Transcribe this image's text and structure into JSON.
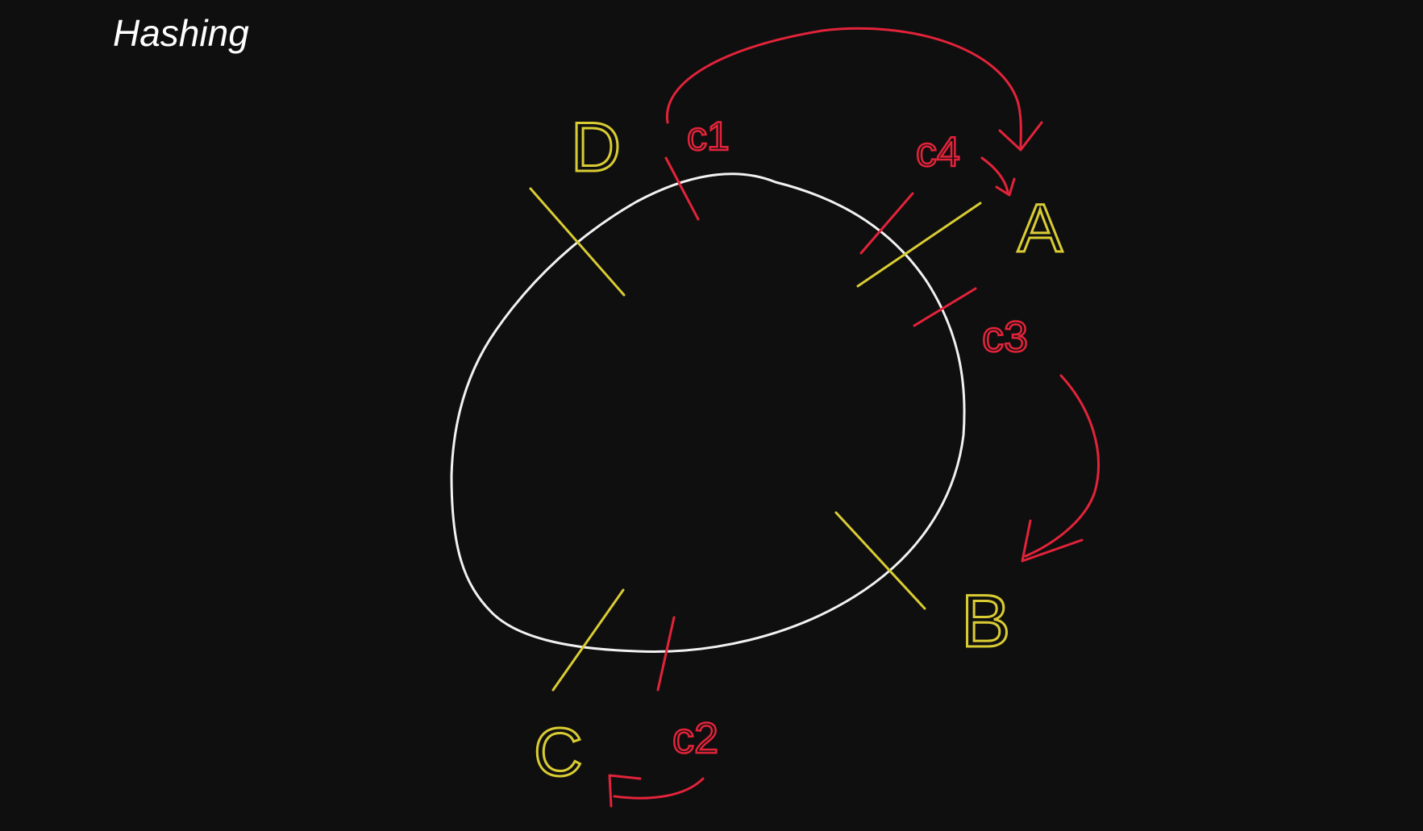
{
  "title": "Hashing",
  "colors": {
    "background": "#0f0f0f",
    "ring": "#f2f2f2",
    "server": "#d9cc33",
    "client": "#e3233a"
  },
  "ring": {
    "servers": [
      {
        "label": "D"
      },
      {
        "label": "A"
      },
      {
        "label": "B"
      },
      {
        "label": "C"
      }
    ],
    "clients": [
      {
        "label": "c1",
        "assigned_to": "A"
      },
      {
        "label": "c4",
        "assigned_to": "A"
      },
      {
        "label": "c3",
        "assigned_to": "B"
      },
      {
        "label": "c2",
        "assigned_to": "C"
      }
    ]
  }
}
